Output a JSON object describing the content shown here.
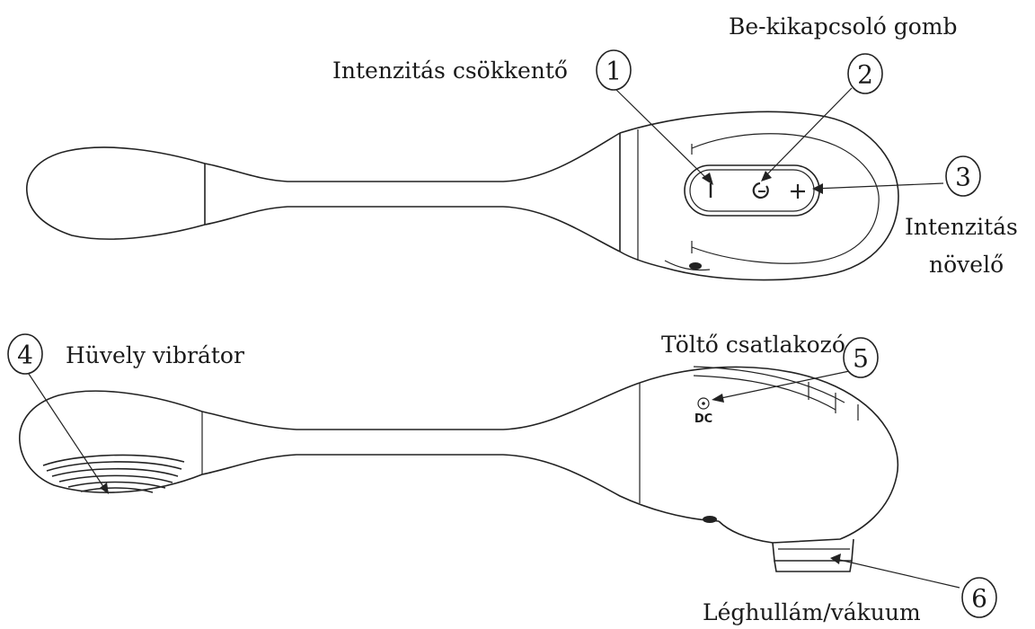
{
  "labels": {
    "power_button": "Be-kikapcsoló gomb",
    "intensity_down": "Intenzitás csökkentő",
    "intensity_up_line1": "Intenzitás",
    "intensity_up_line2": "növelő",
    "vaginal_vibrator": "Hüvely vibrátor",
    "charging_port": "Töltő csatlakozó",
    "air_wave": "Léghullám/vákuum"
  },
  "callouts": {
    "c1": "1",
    "c2": "2",
    "c3": "3",
    "c4": "4",
    "c5": "5",
    "c6": "6"
  },
  "port_marking": "DC",
  "icons": [
    "minus-icon",
    "power-icon",
    "plus-icon"
  ]
}
